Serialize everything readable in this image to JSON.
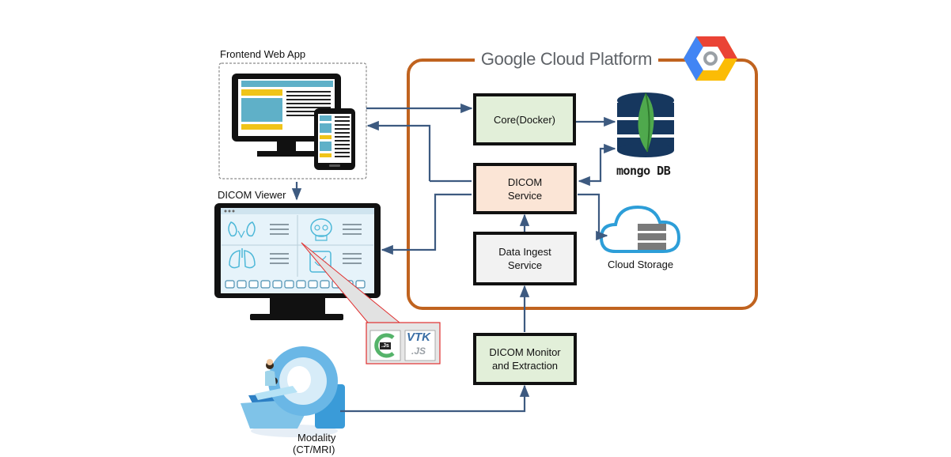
{
  "labels": {
    "frontend": "Frontend Web App",
    "dicom_viewer": "DICOM Viewer",
    "gcp_title": "Google Cloud Platform",
    "cloud_storage": "Cloud Storage",
    "mongo": "mongo DB",
    "modality_line1": "Modality",
    "modality_line2": "(CT/MRI)",
    "js_badge": ".Js",
    "vtk_badge": "VTK",
    "vtk_badge_sub": ".JS"
  },
  "boxes": {
    "core": "Core(Docker)",
    "dicom_service": "DICOM\nService",
    "data_ingest": "Data Ingest\nService",
    "dicom_monitor": "DICOM Monitor\nand Extraction"
  },
  "colors": {
    "gcp_border": "#c0631f",
    "arrow": "#3d5a80",
    "core_fill": "#e2efd9",
    "dicom_service_fill": "#fbe5d6",
    "data_ingest_fill": "#f2f2f2",
    "dicom_monitor_fill": "#e2efd9",
    "callout": "#e03030"
  }
}
